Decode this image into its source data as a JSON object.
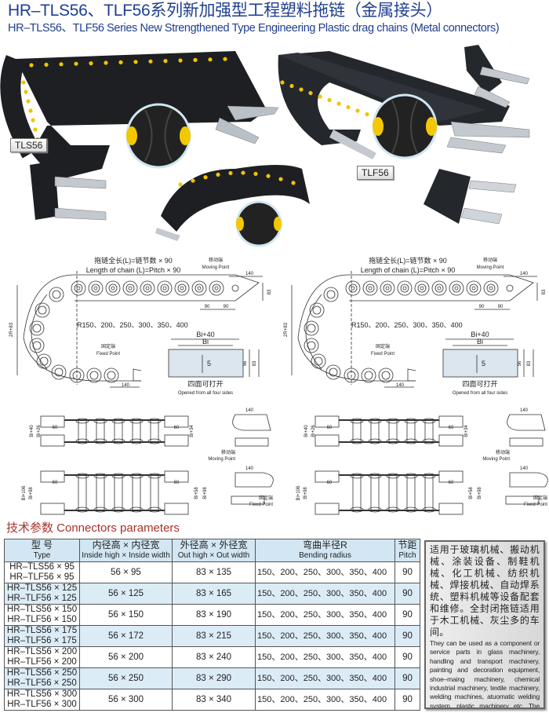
{
  "header": {
    "title": "HR–TLS56、TLF56系列新加强型工程塑料拖链（金属接头）",
    "subtitle": "HR–TLS56、TLF56 Series New Strengthened Type Engineering Plastic  drag chains (Metal connectors)"
  },
  "photos": {
    "tls_label": "TLS56",
    "tlf_label": "TLF56"
  },
  "drawing": {
    "length_cn": "拖链全长(L)=链节数 × 90",
    "length_en": "Length of chain (L)=Pitch × 90",
    "moving_cn": "移动端",
    "moving_en": "Moving Point",
    "fixed_cn": "固定端",
    "fixed_en": "Fixed Point",
    "radius": "R150、200、250、300、350、400",
    "dim_140": "140",
    "dim_90": "90",
    "dim_83": "83",
    "dim_56": "56",
    "dim_2r83": "2R+83",
    "bi40": "Bi+40",
    "bi": "Bi",
    "dim_5": "5",
    "open_cn": "四面可打开",
    "open_en": "Opened from all four sides",
    "bi26": "Bi+26",
    "bi34": "Bi+34",
    "bi58": "Bi+58",
    "bi98": "Bi+98",
    "bi106": "Bi+106",
    "dim_60": "60"
  },
  "params": {
    "heading": "技术参数 Connectors parameters",
    "columns": [
      {
        "cn": "型 号",
        "en": "Type"
      },
      {
        "cn": "内径高 × 内径宽",
        "en": "Inside high × Inside width"
      },
      {
        "cn": "外径高 × 外径宽",
        "en": "Out high × Out width"
      },
      {
        "cn": "弯曲半径R",
        "en": "Bending radius"
      },
      {
        "cn": "节距",
        "en": "Pitch"
      }
    ],
    "rows": [
      {
        "type1": "HR–TLS56 × 95",
        "type2": "HR–TLF56 × 95",
        "inside": "56 × 95",
        "outside": "83 × 135",
        "radius": "150、200、250、300、350、400",
        "pitch": "90"
      },
      {
        "type1": "HR–TLS56 × 125",
        "type2": "HR–TLF56 × 125",
        "inside": "56 × 125",
        "outside": "83 × 165",
        "radius": "150、200、250、300、350、400",
        "pitch": "90"
      },
      {
        "type1": "HR–TLS56 × 150",
        "type2": "HR–TLF56 × 150",
        "inside": "56 × 150",
        "outside": "83 × 190",
        "radius": "150、200、250、300、350、400",
        "pitch": "90"
      },
      {
        "type1": "HR–TLS56 × 175",
        "type2": "HR–TLF56 × 175",
        "inside": "56 × 172",
        "outside": "83 × 215",
        "radius": "150、200、250、300、350、400",
        "pitch": "90"
      },
      {
        "type1": "HR–TLS56 × 200",
        "type2": "HR–TLF56 × 200",
        "inside": "56 × 200",
        "outside": "83 × 240",
        "radius": "150、200、250、300、350、400",
        "pitch": "90"
      },
      {
        "type1": "HR–TLS56 × 250",
        "type2": "HR–TLF56 × 250",
        "inside": "56 × 250",
        "outside": "83 × 290",
        "radius": "150、200、250、300、350、400",
        "pitch": "90"
      },
      {
        "type1": "HR–TLS56 × 300",
        "type2": "HR–TLF56 × 300",
        "inside": "56 × 300",
        "outside": "83 × 340",
        "radius": "150、200、250、300、350、400",
        "pitch": "90"
      }
    ]
  },
  "description": {
    "cn": "适用于玻璃机械、搬动机械、涂装设备、制鞋机械、化工机械、纺织机械、焊接机械、自动焊系统、塑料机械等设备配套和维修。全封闭拖链适用于木工机械、灰尘多的车间。",
    "en": "They can be used as a component or service parts in glass machinery, handling and transport machinery, painting and decoration equipment, shoe–maing machinery, chemical industrial machinery, textile machinery, welding machines, atuomatic welding system, plastic machinery etc. The totally enclosed type drag chains are the best choice for the those locations where it is dustable and woodworking machinery is operating."
  }
}
